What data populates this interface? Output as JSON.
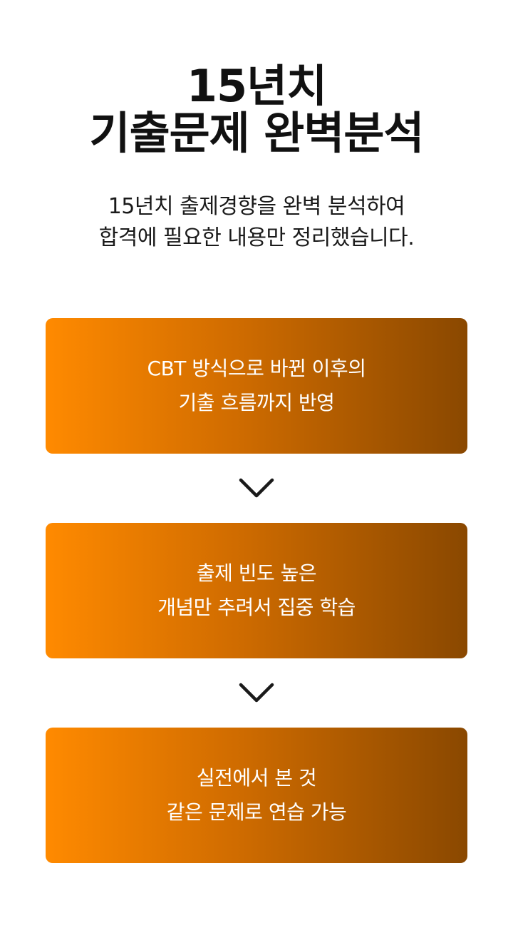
{
  "headline": {
    "line1": "15년치",
    "line2": "기출문제 완벽분석"
  },
  "subtitle": {
    "line1": "15년치 출제경향을 완벽 분석하여",
    "line2": "합격에 필요한 내용만 정리했습니다."
  },
  "steps": [
    {
      "line1": "CBT 방식으로 바뀐 이후의",
      "line2": "기출 흐름까지 반영"
    },
    {
      "line1": "출제 빈도 높은",
      "line2": "개념만 추려서 집중 학습"
    },
    {
      "line1": "실전에서 본 것",
      "line2": "같은 문제로 연습 가능"
    }
  ],
  "icons": {
    "arrow": "chevron-down-icon"
  },
  "colors": {
    "card_gradient_start": "#ff8a00",
    "card_gradient_end": "#8a4800",
    "text_dark": "#111111",
    "text_light": "#ffffff"
  }
}
